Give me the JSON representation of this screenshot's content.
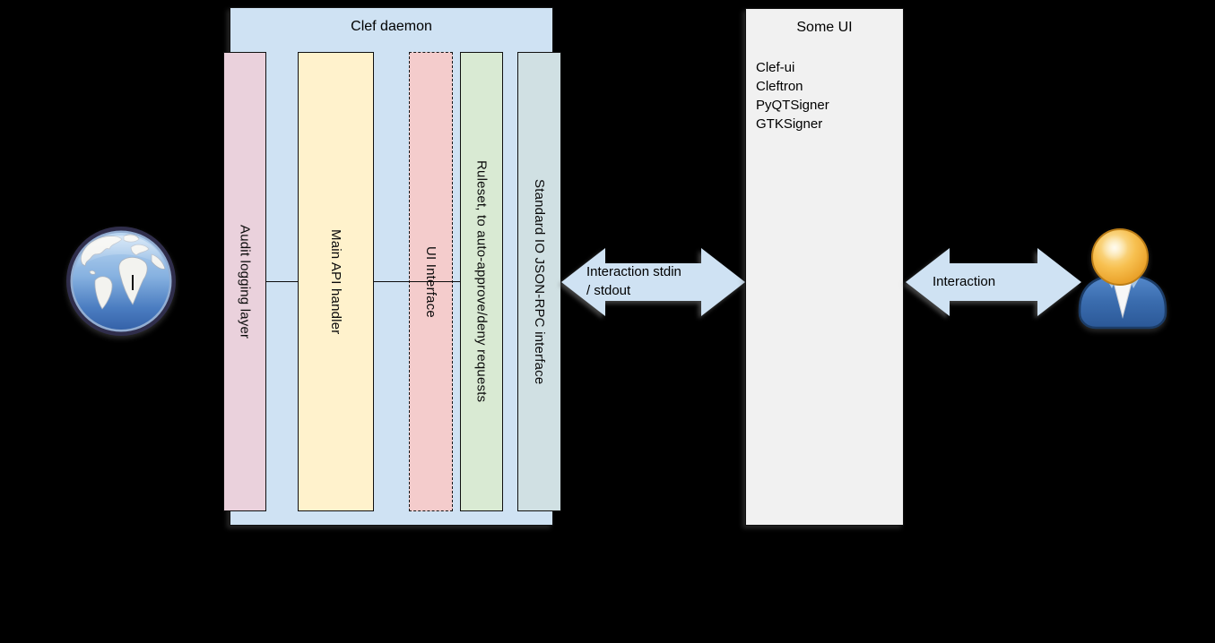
{
  "page": {
    "background": "#000000"
  },
  "clef_daemon": {
    "title": "Clef daemon",
    "fill": "#cfe2f3",
    "bars": [
      {
        "label": "Audit logging layer",
        "fill": "#ead1dc",
        "border": "solid"
      },
      {
        "label": "Main API handler",
        "fill": "#fff2cc",
        "border": "solid"
      },
      {
        "label": "UI Interface",
        "fill": "#f4cccc",
        "border": "dashed"
      },
      {
        "label": "Ruleset, to auto-approve/deny requests",
        "fill": "#d9ead3",
        "border": "solid"
      },
      {
        "label": "Standard IO JSON-RPC interface",
        "fill": "#d0e0e3",
        "border": "solid"
      }
    ]
  },
  "some_ui": {
    "title": "Some UI",
    "fill": "#f1f1f1",
    "items": [
      "Clef-ui",
      "Cleftron",
      "PyQTSigner",
      "GTKSigner"
    ]
  },
  "arrows": {
    "fill": "#cfe2f3",
    "stdin_stdout": {
      "lines": [
        "Interaction stdin",
        "/ stdout"
      ]
    },
    "user_interaction": {
      "label": "Interaction"
    }
  }
}
